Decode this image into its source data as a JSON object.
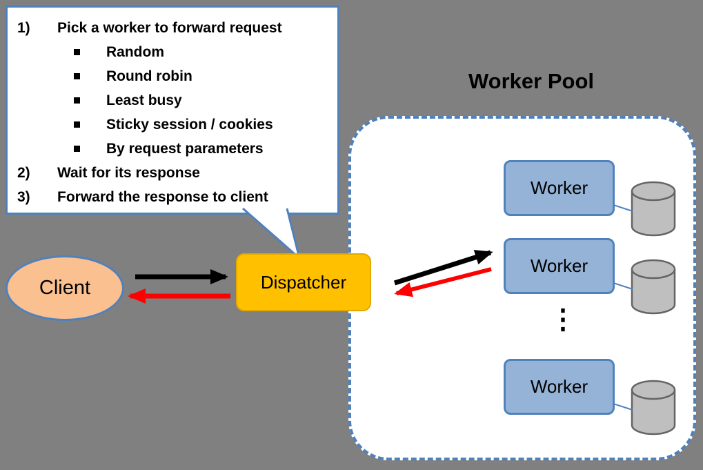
{
  "callout": {
    "steps": [
      {
        "num": "1)",
        "label": "Pick a worker to forward request",
        "bullets": [
          "Random",
          "Round robin",
          "Least busy",
          "Sticky session / cookies",
          "By request parameters"
        ]
      },
      {
        "num": "2)",
        "label": "Wait for its response"
      },
      {
        "num": "3)",
        "label": "Forward the response to client"
      }
    ]
  },
  "client": {
    "label": "Client"
  },
  "dispatcher": {
    "label": "Dispatcher"
  },
  "worker_pool": {
    "title": "Worker Pool",
    "workers": [
      "Worker",
      "Worker",
      "Worker"
    ],
    "ellipsis": "⋮"
  },
  "colors": {
    "background": "#808080",
    "callout_border": "#4F81BD",
    "client_fill": "#FAC090",
    "dispatcher_fill": "#FFC000",
    "worker_fill": "#95B3D7",
    "cylinder_fill": "#BFBFBF",
    "cylinder_border": "#646464",
    "pool_border": "#4F81BD",
    "arrow_black": "#000000",
    "arrow_red": "#FF0000"
  }
}
